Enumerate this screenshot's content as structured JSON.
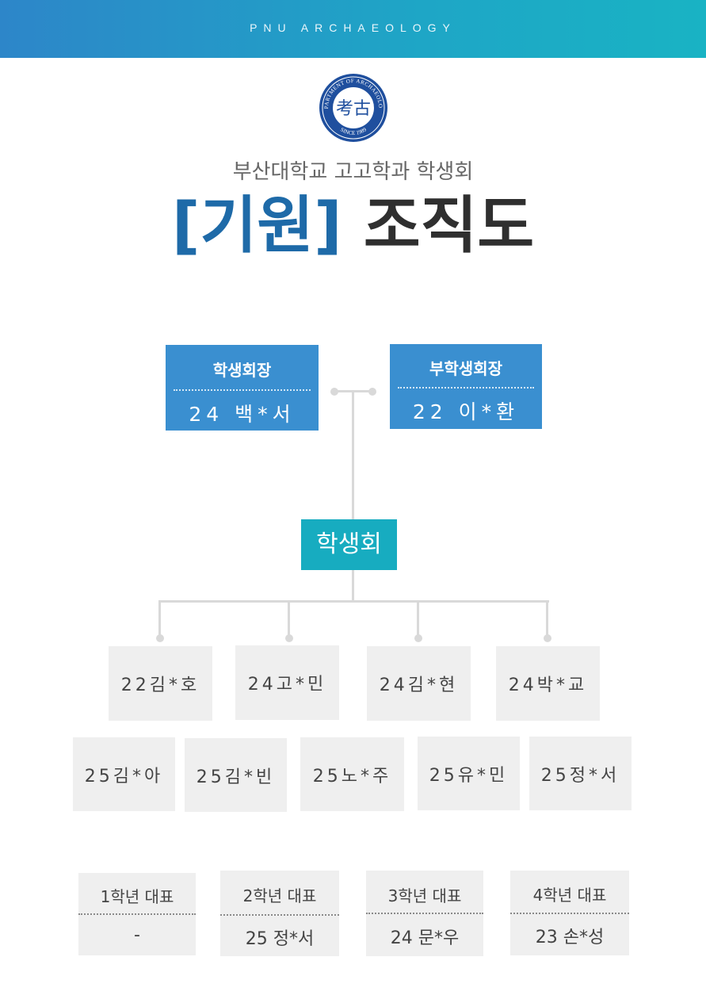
{
  "header": {
    "brand": "PNU ARCHAEOLOGY"
  },
  "logo": {
    "center_text": "考古",
    "ring_text": "DEPARTMENT OF ARCHAEOLOGY",
    "since": "SINCE 1989"
  },
  "title": {
    "subtitle": "부산대학교 고고학과 학생회",
    "accent": "[기원]",
    "main": "조직도"
  },
  "leaders": [
    {
      "role": "학생회장",
      "name": "24 백*서"
    },
    {
      "role": "부학생회장",
      "name": "22 이*환"
    }
  ],
  "council": {
    "label": "학생회"
  },
  "members_row1": [
    "22김*호",
    "24고*민",
    "24김*현",
    "24박*교"
  ],
  "members_row2": [
    "25김*아",
    "25김*빈",
    "25노*주",
    "25유*민",
    "25정*서"
  ],
  "class_reps": [
    {
      "title": "1학년 대표",
      "name": "-"
    },
    {
      "title": "2학년 대표",
      "name": "25 정*서"
    },
    {
      "title": "3학년 대표",
      "name": "24 문*우"
    },
    {
      "title": "4학년 대표",
      "name": "23 손*성"
    }
  ],
  "colors": {
    "primary_blue": "#3a8fd0",
    "council_teal": "#17acc0",
    "title_blue": "#1e6aa8",
    "box_gray": "#efefef"
  }
}
